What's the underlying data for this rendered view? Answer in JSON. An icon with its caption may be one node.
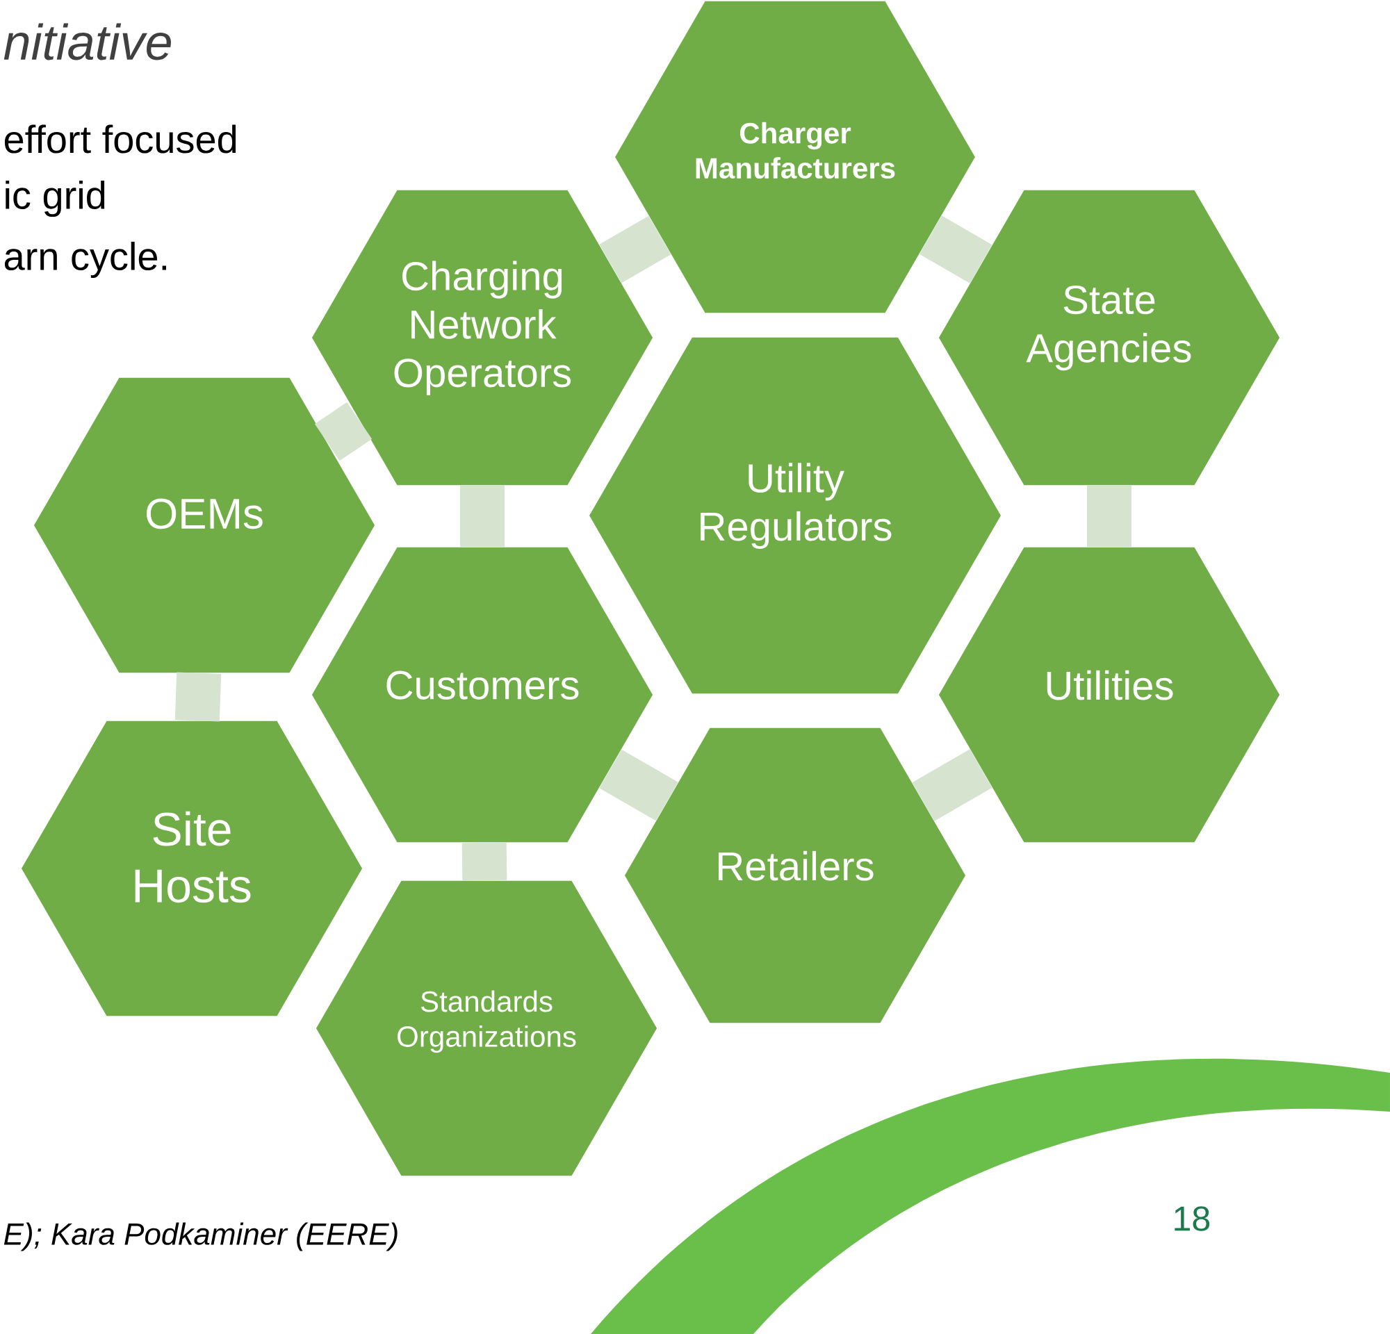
{
  "diagram": {
    "nodes": [
      {
        "text": [
          "Charger Manufacturers"
        ]
      },
      {
        "text": [
          "Charging Network Operators"
        ]
      },
      {
        "text": [
          "State Agencies"
        ]
      },
      {
        "text": [
          "OEMs"
        ]
      },
      {
        "text": [
          "Utility Regulators"
        ]
      },
      {
        "text": [
          "Customers"
        ]
      },
      {
        "text": [
          "Utilities"
        ]
      },
      {
        "text": [
          "Site Hosts"
        ]
      },
      {
        "text": [
          "Retailers"
        ]
      },
      {
        "text": [
          "Standards Organizations"
        ]
      }
    ],
    "edges": [
      {
        "from": 1,
        "to": 0,
        "arrow": "none"
      },
      {
        "from": 0,
        "to": 2,
        "arrow": "none"
      },
      {
        "from": 3,
        "to": 1,
        "arrow": "none"
      },
      {
        "from": 1,
        "to": 5,
        "arrow": "none"
      },
      {
        "from": 2,
        "to": 6,
        "arrow": "none"
      },
      {
        "from": 3,
        "to": 7,
        "arrow": "none"
      },
      {
        "from": 5,
        "to": 8,
        "arrow": "none"
      },
      {
        "from": 8,
        "to": 6,
        "arrow": "none"
      },
      {
        "from": 5,
        "to": 9,
        "arrow": "none"
      }
    ],
    "labels": [
      "nitiative",
      "effort focused",
      "ic grid",
      "arn cycle.",
      "E); Kara Podkaminer (EERE)",
      "18"
    ]
  }
}
